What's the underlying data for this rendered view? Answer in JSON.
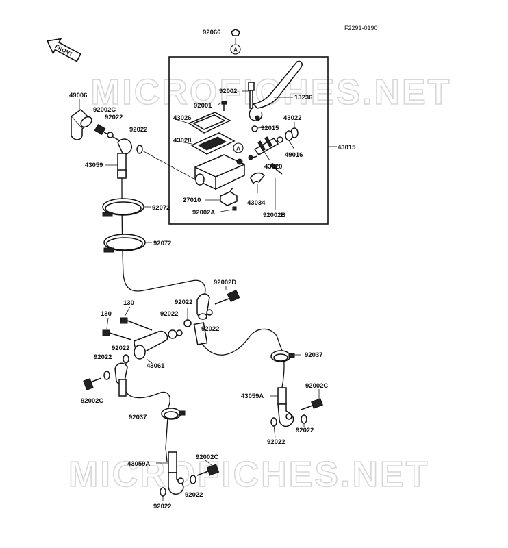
{
  "figure_ref": "F2291-0190",
  "front_label": "FRONT",
  "watermark": "MICROFICHES.NET",
  "callout_letter": "A",
  "parts": [
    {
      "id": "p92066",
      "label": "92066"
    },
    {
      "id": "p43015",
      "label": "43015"
    },
    {
      "id": "p92002",
      "label": "92002"
    },
    {
      "id": "p13236",
      "label": "13236"
    },
    {
      "id": "p92001",
      "label": "92001"
    },
    {
      "id": "p43026",
      "label": "43026"
    },
    {
      "id": "p92015",
      "label": "92015"
    },
    {
      "id": "p43022",
      "label": "43022"
    },
    {
      "id": "p43028",
      "label": "43028"
    },
    {
      "id": "p49016",
      "label": "49016"
    },
    {
      "id": "p43020",
      "label": "43020"
    },
    {
      "id": "p27010",
      "label": "27010"
    },
    {
      "id": "p43034",
      "label": "43034"
    },
    {
      "id": "p92002A",
      "label": "92002A"
    },
    {
      "id": "p92002B",
      "label": "92002B"
    },
    {
      "id": "p49006",
      "label": "49006"
    },
    {
      "id": "p92002C_1",
      "label": "92002C"
    },
    {
      "id": "p92022_1",
      "label": "92022"
    },
    {
      "id": "p92022_2",
      "label": "92022"
    },
    {
      "id": "p43059",
      "label": "43059"
    },
    {
      "id": "p92072_1",
      "label": "92072"
    },
    {
      "id": "p92072_2",
      "label": "92072"
    },
    {
      "id": "p92002D",
      "label": "92002D"
    },
    {
      "id": "p130_1",
      "label": "130"
    },
    {
      "id": "p130_2",
      "label": "130"
    },
    {
      "id": "p92022_3",
      "label": "92022"
    },
    {
      "id": "p92022_4",
      "label": "92022"
    },
    {
      "id": "p92022_5",
      "label": "92022"
    },
    {
      "id": "p92022_6",
      "label": "92022"
    },
    {
      "id": "p92022_7",
      "label": "92022"
    },
    {
      "id": "p43061",
      "label": "43061"
    },
    {
      "id": "p92002C_2",
      "label": "92002C"
    },
    {
      "id": "p92037_1",
      "label": "92037"
    },
    {
      "id": "p43059A_1",
      "label": "43059A"
    },
    {
      "id": "p92002C_3",
      "label": "92002C"
    },
    {
      "id": "p92022_8",
      "label": "92022"
    },
    {
      "id": "p92022_9",
      "label": "92022"
    },
    {
      "id": "p92037_2",
      "label": "92037"
    },
    {
      "id": "p43059A_2",
      "label": "43059A"
    },
    {
      "id": "p92002C_4",
      "label": "92002C"
    },
    {
      "id": "p92022_10",
      "label": "92022"
    },
    {
      "id": "p92022_11",
      "label": "92022"
    }
  ]
}
